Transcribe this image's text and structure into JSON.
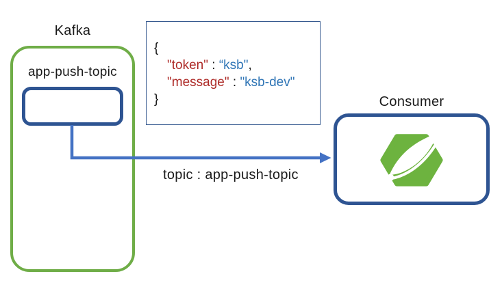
{
  "diagram": {
    "kafka": {
      "title": "Kafka",
      "topic_name": "app-push-topic"
    },
    "message_json": {
      "open_brace": "{",
      "close_brace": "}",
      "entries": [
        {
          "key": "\"token\"",
          "colon": " : ",
          "value": "“ksb\"",
          "trailing": ","
        },
        {
          "key": "\"message\"",
          "colon": " : ",
          "value": "\"ksb-dev\"",
          "trailing": ""
        }
      ]
    },
    "consumer": {
      "title": "Consumer",
      "logo_icon": "spring-leaf-icon"
    },
    "arrow": {
      "label": "topic : app-push-topic"
    },
    "colors": {
      "kafka_border_green": "#6fad47",
      "navy_border": "#2e5492",
      "connector_blue": "#4472c4",
      "json_box_border": "#35598f",
      "json_key_red": "#ae2b28",
      "json_value_blue": "#2e74b5",
      "spring_green": "#6db33f",
      "text_black": "#1a1a1a"
    }
  }
}
